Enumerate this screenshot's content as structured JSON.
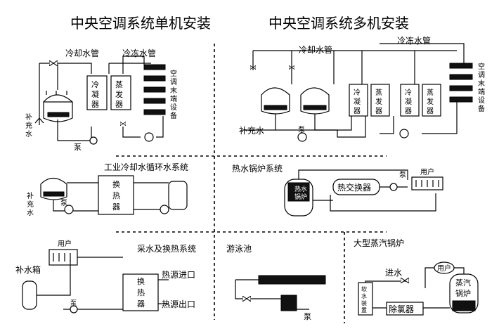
{
  "titles": {
    "single": "中央空调系统单机安装",
    "multi": "中央空调系统多机安装"
  },
  "single": {
    "cooling_pipe": "冷却水管",
    "chilled_pipe": "冷冻水管",
    "condenser": "冷凝器",
    "evaporator": "蒸发器",
    "terminal": "空调末端设备",
    "makeup": "补充水",
    "pump": "泵"
  },
  "multi": {
    "cooling_pipe": "冷却水管",
    "chilled_pipe": "冷冻水管",
    "condenser": "冷凝器",
    "evaporator": "蒸发器",
    "terminal": "空调末端设备",
    "makeup": "补充水",
    "pump": "泵"
  },
  "industrial": {
    "title": "工业冷却水循环水系统",
    "exchanger": "换热器",
    "makeup": "补充水",
    "pump": "泵"
  },
  "hotwater": {
    "title": "热水锅炉系统",
    "boiler": "热水锅炉",
    "exchanger": "热交换器",
    "pump": "泵",
    "user": "用户"
  },
  "collect": {
    "title": "采水及换热系统",
    "user": "用户",
    "tank": "补水箱",
    "exchanger": "换热器",
    "heat_in": "热源进口",
    "heat_out": "热源出口",
    "pump": "泵"
  },
  "pool": {
    "title": "游泳池",
    "pump": "泵"
  },
  "steam": {
    "title": "大型蒸汽锅炉",
    "water_in": "进水",
    "user": "用户",
    "softener": "软水装置",
    "deaerator": "除氯器",
    "boiler": "蒸汽锅炉"
  }
}
